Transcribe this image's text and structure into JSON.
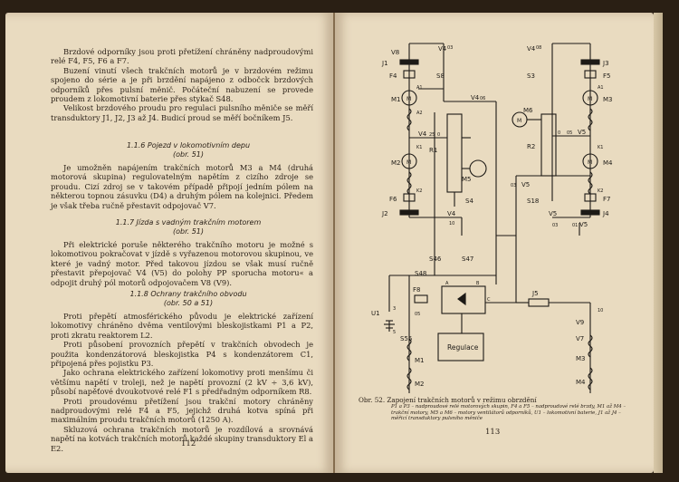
{
  "left_page": {
    "paragraphs_top": [
      "Brzdové odporníky jsou proti přetížení chráněny nadproudovými relé F4, F5, F6 a F7.",
      "Buzení vinutí všech trakčních motorů je v brzdovém režimu spojeno do série a je při brzdění napájeno z odbočck brzdových odporníků přes pulsní měnič. Počáteční nabuzení se provede proudem z lokomotivní baterie přes stykač S48.",
      "Velikost brzdového proudu pro regulaci pulsního měniče se měří transduktory J1, J2, J3 až J4. Budicí proud se měří bočníkem J5."
    ],
    "section1": {
      "heading": "1.1.6 Pojezd v lokomotivním depu",
      "ref": "(obr. 51)",
      "text": "Je umožněn napájením trakčních motorů M3 a M4 (druhá motorová skupina) regulovatelným napětím z cizího zdroje se proudu. Cizí zdroj se v takovém případě připojí jedním pólem na některou topnou zásuvku (D4) a druhým pólem na kolejnici. Předem je však třeba ručně přestavit odpojovač V7."
    },
    "section2": {
      "heading": "1.1.7 Jízda s vadným trakčním motorem",
      "ref": "(obr. 51)",
      "text": "Při elektrické poruše některého trakčního motoru je možné s lokomotivou pokračovat v jízdě s vyřazenou motorovou skupinou, ve které je vadný motor. Před takovou jízdou se však musí ručně přestavit přepojovač V4 (V5) do polohy PP sporucha motoru« a odpojit druhý pól motorů odpojovačem V8 (V9)."
    },
    "section3": {
      "heading": "1.1.8 Ochrany trakčního obvodu",
      "ref": "(obr. 50 a 51)",
      "paragraphs": [
        "Proti přepětí atmosférického původu je elektrické zařízení lokomotivy chráněno dvěma ventilovými bleskojistkami P1 a P2, proti zkratu reaktorem L2.",
        "Proti působení provozních přepětí v trakčních obvodech je použita kondenzátorová bleskojistka P4 s kondenzátorem C1, připojená přes pojistku P3.",
        "Jako ochrana elektrického zařízení lokomotivy proti menšímu či většímu napětí v troleji, než je napětí provozní (2 kV ÷ 3,6 kV), působí napěťové dvoukotvové relé F1 s předřadným odporníkem R8.",
        "Proti proudovému přetížení jsou trakční motory chráněny nadproudovými relé F4 a F5, jejichž druhá kotva spíná při maximálním proudu trakčních motorů (1250 A).",
        "Skluzová ochrana trakčních motorů je rozdílová a srovnává napětí na kotvách trakčních motorů každé skupiny transduktory El a E2."
      ]
    },
    "page_number": "112"
  },
  "right_page": {
    "page_number": "113",
    "caption_title": "Obr. 52.  Zapojení trakčních motorů v režimu obrzdění",
    "caption_note": "P1 a P3 – nadproudové relé motorových skupin, F4 a F5 – nadproudové relé brzdy, M1 až M4 – trakční motory, M5 a M6 – motory ventilátorů odporníků, U1 – lokomotivní baterie, J1 až J4 – měřicí transduktory pulsního měniče",
    "diagram_labels": {
      "V8": "V8",
      "V4a": "V4",
      "c03a": "03",
      "J1": "J1",
      "S8": "S8",
      "F4": "F4",
      "A1a": "A1",
      "M1": "M1",
      "M": "M",
      "V4b": "V4",
      "c06": "06",
      "A2a": "A2",
      "K1a": "K1",
      "V4c": "V4",
      "c25": "25",
      "c0a": "0",
      "R1": "R1",
      "M2": "M2",
      "M5": "M5",
      "K2a": "K2",
      "S4": "S4",
      "F6": "F6",
      "J2": "J2",
      "V4d": "V4",
      "c10a": "10",
      "V4e": "V4",
      "c08": "08",
      "J3": "J3",
      "S3": "S3",
      "F5": "F5",
      "A1b": "A1",
      "M3": "M3",
      "M6": "M6",
      "R2": "R2",
      "c0b": "0",
      "c05a": "05",
      "V5a": "V5",
      "K1b": "K1",
      "M4": "M4",
      "K2b": "K2",
      "c03b": "03",
      "V5b": "V5",
      "S18": "S18",
      "F7": "F7",
      "V5c": "V5",
      "J4": "J4",
      "c03c": "03",
      "c01": "01",
      "V5d": "V5",
      "S46": "S46",
      "S47": "S47",
      "S48": "S48",
      "A": "A",
      "B": "B",
      "C": "C",
      "F8": "F8",
      "U1": "U1",
      "c3": "3",
      "c05b": "05",
      "c5": "5",
      "S55": "S55",
      "J5": "J5",
      "c10b": "10",
      "V9": "V9",
      "V7": "V7",
      "M3b": "M3",
      "M4b": "M4",
      "Regulace": "Regulace",
      "M1b": "M1",
      "M2b": "M2"
    }
  },
  "colors": {
    "paper": "#e9dbc0",
    "ink": "#2b2118",
    "background": "#2a1f14"
  }
}
